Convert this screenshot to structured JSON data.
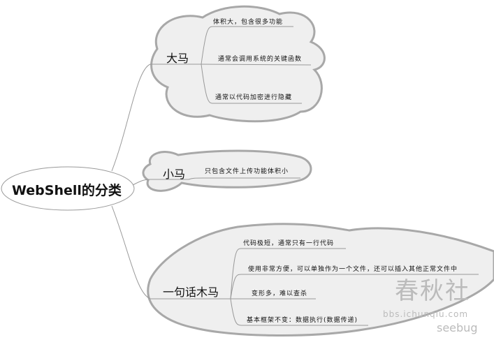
{
  "root": {
    "label": "WebShell的分类"
  },
  "branches": [
    {
      "label": "大马",
      "leaves": [
        "体积大，包含很多功能",
        "通常会调用系统的关键函数",
        "通常以代码加密进行隐藏"
      ]
    },
    {
      "label": "小马",
      "leaves": [
        "只包含文件上传功能体积小"
      ]
    },
    {
      "label": "一句话木马",
      "leaves": [
        "代码极短，通常只有一行代码",
        "使用非常方便，可以单独作为一个文件，还可以插入其他正常文件中",
        "变形多，难以查杀",
        "基本框架不变：数据执行(数据传递)"
      ]
    }
  ],
  "watermark": {
    "brand": "春秋社",
    "url": "bbs.ichunqiu.com",
    "partner": "seebug"
  },
  "colors": {
    "cloud_fill": "#efefef",
    "cloud_stroke": "#a8a8a8",
    "line": "#999999"
  }
}
